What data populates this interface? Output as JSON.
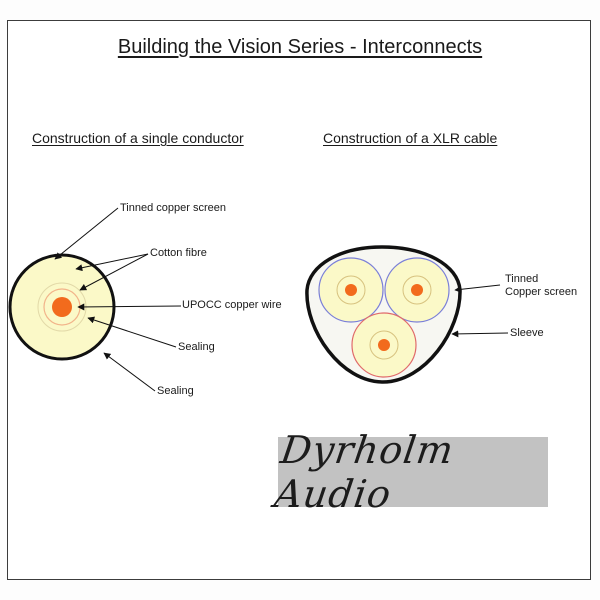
{
  "title": "Building the Vision Series - Interconnects",
  "left_panel": {
    "heading": "Construction of a single conductor",
    "labels": {
      "tinned_copper_screen": "Tinned copper screen",
      "cotton_fibre": "Cotton fibre",
      "upocc_copper_wire": "UPOCC copper wire",
      "sealing_inner": "Sealing",
      "sealing_outer": "Sealing"
    }
  },
  "right_panel": {
    "heading": "Construction of a XLR cable",
    "labels": {
      "tinned_line1": "Tinned",
      "tinned_line2": "Copper screen",
      "sleeve": "Sleeve"
    }
  },
  "logo": {
    "text": "Dyrholm Audio"
  },
  "colors": {
    "fill_cream": "#fbf9c8",
    "core_orange": "#f26b1d",
    "ring_pale_orange": "#f2b48a",
    "screen_blue": "#7a7fd8",
    "screen_red": "#e06a6a",
    "sheath_black": "#111111",
    "sleeve_fill": "#f7f7f2",
    "logo_bg": "#c2c2c2"
  }
}
